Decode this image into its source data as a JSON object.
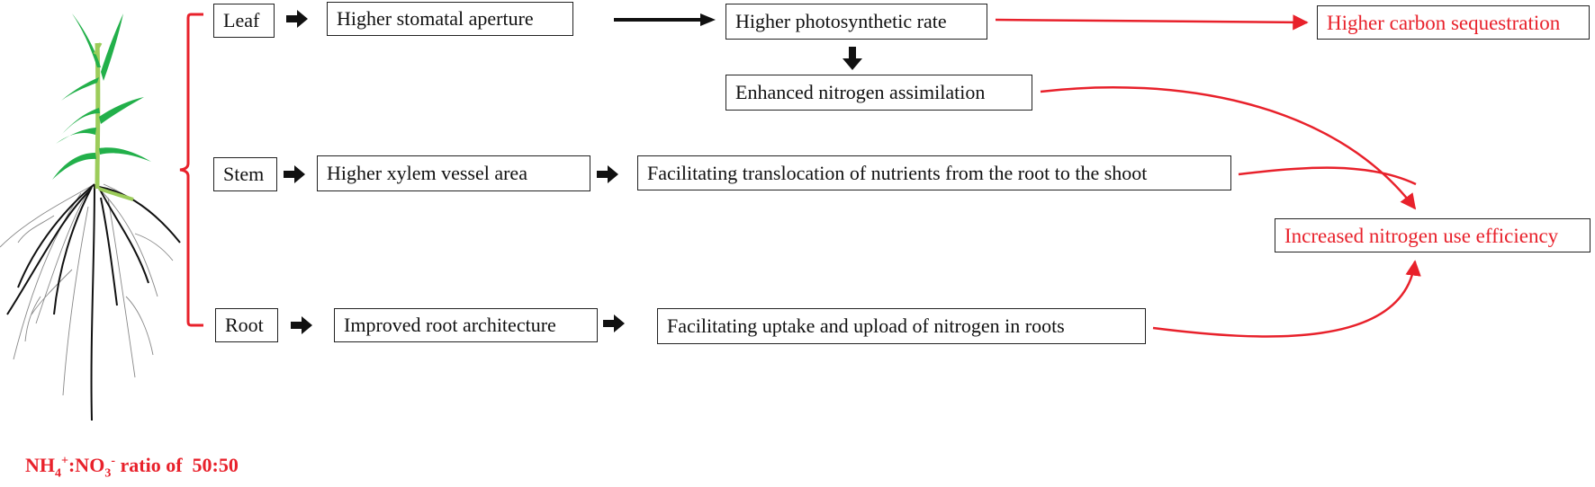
{
  "boxes": {
    "leaf": "Leaf",
    "stem": "Stem",
    "root": "Root",
    "stomatal": "Higher stomatal aperture",
    "photosynthetic": "Higher photosynthetic rate",
    "nitrogen_assim": "Enhanced nitrogen assimilation",
    "carbon": "Higher carbon sequestration",
    "xylem": "Higher xylem vessel area",
    "translocation": "Facilitating translocation of nutrients from the root to the shoot",
    "nue": "Increased nitrogen use efficiency",
    "architecture": "Improved root architecture",
    "uptake": "Facilitating uptake and upload of nitrogen in roots"
  },
  "ratio": {
    "nh": "NH",
    "nh_sub": "4",
    "nh_sup": "+",
    "colon": ":NO",
    "no_sub": "3",
    "no_sup": "-",
    "rest": " ratio of  50:50"
  },
  "colors": {
    "red": "#e8212b",
    "black": "#111111",
    "leaf_green": "#22b04a",
    "stem_green": "#9ccc5a"
  }
}
